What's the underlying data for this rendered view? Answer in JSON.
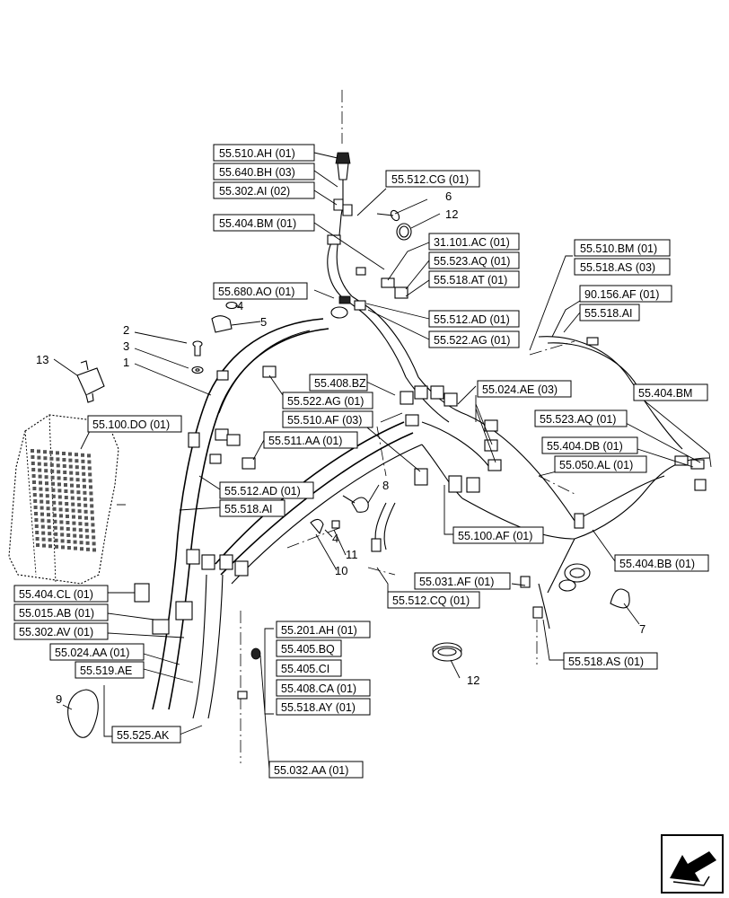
{
  "labels": {
    "l1": "55.510.AH (01)",
    "l2": "55.640.BH (03)",
    "l3": "55.302.AI (02)",
    "l4": "55.512.CG (01)",
    "l5": "55.404.BM (01)",
    "l6": "31.101.AC (01)",
    "l7": "55.523.AQ (01)",
    "l8": "55.518.AT (01)",
    "l9": "55.680.AO (01)",
    "l10": "55.512.AD (01)",
    "l11": "55.522.AG (01)",
    "l12": "55.510.BM (01)",
    "l13": "55.518.AS (03)",
    "l14": "90.156.AF (01)",
    "l15": "55.518.AI",
    "l16": "55.408.BZ",
    "l17": "55.522.AG (01)",
    "l18": "55.024.AE (03)",
    "l19": "55.404.BM",
    "l20": "55.510.AF (03)",
    "l21": "55.523.AQ (01)",
    "l22": "55.100.DO (01)",
    "l23": "55.511.AA (01)",
    "l24": "55.404.DB (01)",
    "l25": "55.050.AL (01)",
    "l26": "55.512.AD (01)",
    "l27": "55.518.AI",
    "l28": "55.100.AF (01)",
    "l29": "55.404.BB (01)",
    "l30": "55.031.AF (01)",
    "l31": "55.404.CL (01)",
    "l32": "55.512.CQ (01)",
    "l33": "55.015.AB (01)",
    "l34": "55.302.AV (01)",
    "l35": "55.201.AH (01)",
    "l36": "55.024.AA (01)",
    "l37": "55.405.BQ",
    "l38": "55.519.AE",
    "l39": "55.405.CI",
    "l40": "55.518.AS (01)",
    "l41": "55.408.CA (01)",
    "l42": "55.518.AY (01)",
    "l43": "55.525.AK",
    "l44": "55.032.AA (01)"
  },
  "numbers": {
    "n1": "1",
    "n2": "2",
    "n3": "3",
    "n4a": "4",
    "n5": "5",
    "n6": "6",
    "n7": "7",
    "n8": "8",
    "n9": "9",
    "n4b": "4",
    "n10": "10",
    "n11": "11",
    "n12a": "12",
    "n12b": "12",
    "n13": "13"
  },
  "icons": {
    "nav": "next-page-arrow-icon"
  }
}
